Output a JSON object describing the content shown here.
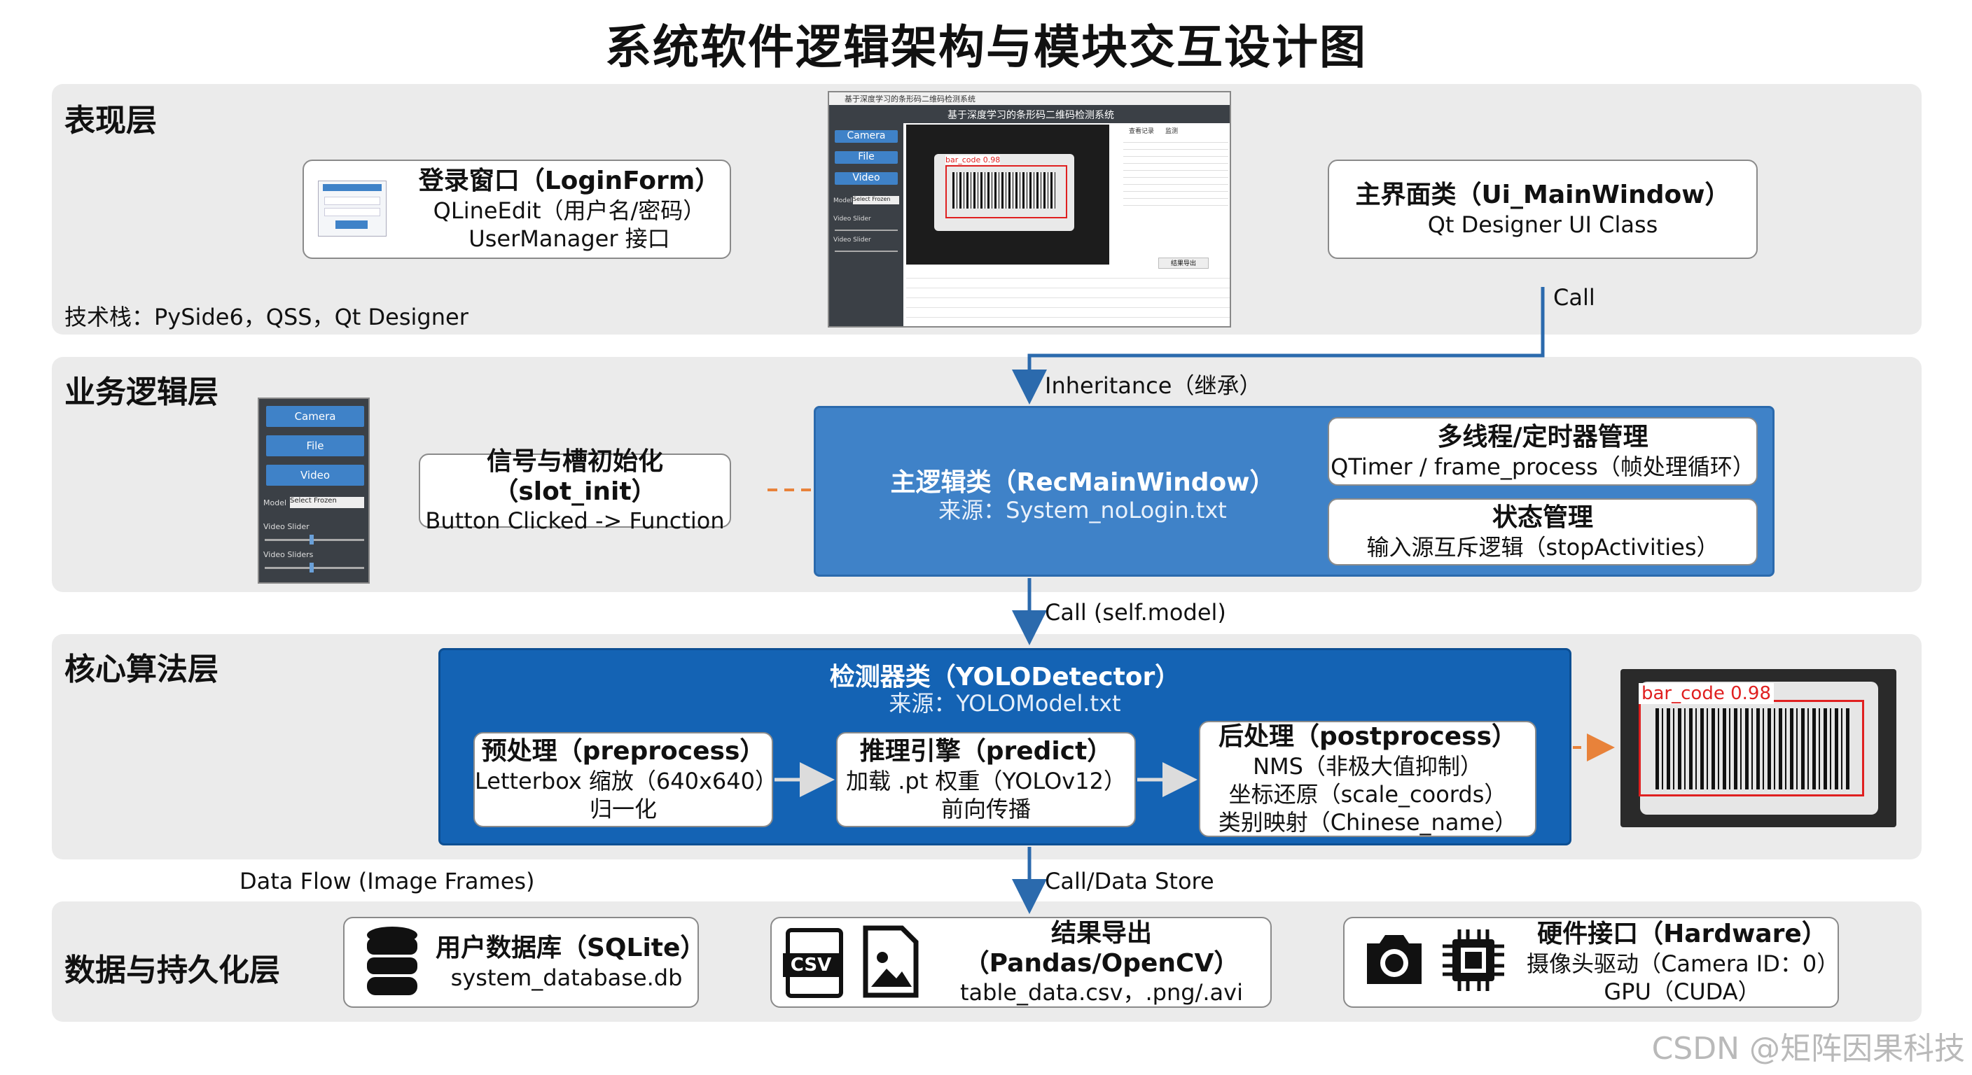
{
  "title": "系统软件逻辑架构与模块交互设计图",
  "layers": {
    "presentation": {
      "title": "表现层",
      "tech": "技术栈：PySide6，QSS，Qt Designer",
      "login": {
        "title": "登录窗口（LoginForm）",
        "line1": "QLineEdit（用户名/密码）",
        "line2": "UserManager 接口"
      },
      "main_ui": {
        "title": "主界面类（Ui_MainWindow）",
        "line1": "Qt Designer UI Class"
      },
      "screenshot": {
        "window_title": "基于深度学习的条形码二维码检测系统",
        "app_title": "基于深度学习的条形码二维码检测系统",
        "buttons": [
          "Camera",
          "File",
          "Video"
        ],
        "model_label": "Model",
        "model_value": "Select Frozen",
        "slider1": "Video Slider",
        "slider2": "Video Slider",
        "detection_label": "bar_code 0.98",
        "tab1": "查看记录",
        "tab2": "监测",
        "export": "结果导出"
      }
    },
    "business": {
      "title": "业务逻辑层",
      "panel": {
        "buttons": [
          "Camera",
          "File",
          "Video"
        ],
        "model_label": "Model",
        "model_value": "Select Frozen",
        "slider1": "Video Slider",
        "slider2": "Video Sliders"
      },
      "slot": {
        "title": "信号与槽初始化（slot_init）",
        "line1": "Button Clicked -> Function"
      },
      "main_logic": {
        "title": "主逻辑类（RecMainWindow）",
        "line1": "来源：System_noLogin.txt"
      },
      "threads": {
        "title": "多线程/定时器管理",
        "line1": "QTimer / frame_process（帧处理循环）"
      },
      "state": {
        "title": "状态管理",
        "line1": "输入源互斥逻辑（stopActivities）"
      }
    },
    "core": {
      "title": "核心算法层",
      "detector": {
        "title": "检测器类（YOLODetector）",
        "line1": "来源：YOLOModel.txt"
      },
      "pre": {
        "title": "预处理（preprocess）",
        "line1": "Letterbox 缩放（640x640）",
        "line2": "归一化"
      },
      "infer": {
        "title": "推理引擎（predict）",
        "line1": "加载 .pt 权重（YOLOv12）",
        "line2": "前向传播"
      },
      "post": {
        "title": "后处理（postprocess）",
        "line1": "NMS（非极大值抑制）",
        "line2": "坐标还原（scale_coords）",
        "line3": "类别映射（Chinese_name）"
      },
      "result_label": "bar_code 0.98"
    },
    "data": {
      "title": "数据与持久化层",
      "db": {
        "title": "用户数据库（SQLite）",
        "line1": "system_database.db"
      },
      "export": {
        "title": "结果导出（Pandas/OpenCV）",
        "line1": "table_data.csv，.png/.avi",
        "csv_text": "CSV"
      },
      "hw": {
        "title": "硬件接口（Hardware）",
        "line1": "摄像头驱动（Camera ID：0）",
        "line2": "GPU（CUDA）"
      }
    }
  },
  "arrows": {
    "call": "Call",
    "inheritance": "Inheritance（继承）",
    "call_model": "Call (self.model)",
    "call_store": "Call/Data Store",
    "data_flow": "Data Flow (Image Frames)"
  },
  "watermark": "CSDN @矩阵因果科技",
  "colors": {
    "blue": "#3f82c8",
    "dark_blue": "#1463b4",
    "arrow_orange": "#e8823a",
    "layer_bg": "#ebebeb"
  }
}
